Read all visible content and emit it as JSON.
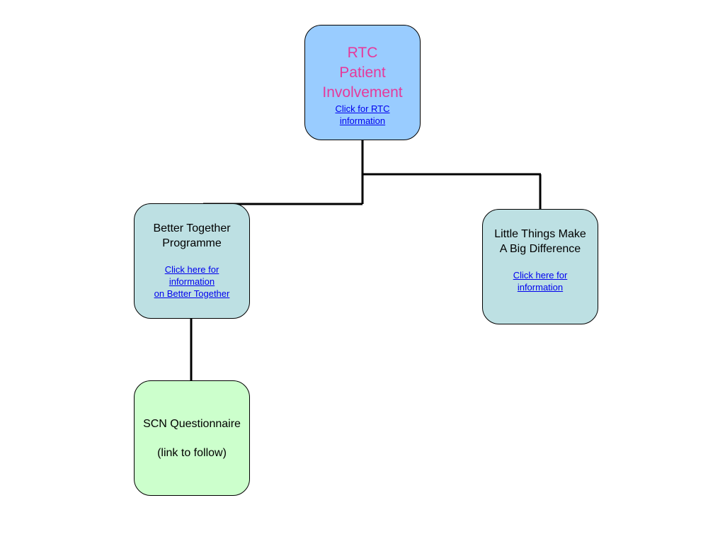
{
  "diagram": {
    "root": {
      "title_lines": [
        "RTC",
        "Patient",
        "Involvement"
      ],
      "link_lines": [
        "Click for RTC ",
        "information"
      ]
    },
    "better_together": {
      "title_lines": [
        "Better Together",
        "Programme"
      ],
      "link_lines": [
        "Click here for ",
        "information ",
        "on Better Together"
      ]
    },
    "little_things": {
      "title_lines": [
        "Little Things Make",
        "A Big Difference"
      ],
      "link_lines": [
        "Click here for ",
        "information"
      ]
    },
    "scn": {
      "title": "SCN Questionnaire",
      "note": "(link to follow)"
    }
  },
  "colors": {
    "root_fill": "#99ccff",
    "root_title": "#e6399b",
    "child_fill": "#bde0e3",
    "leaf_fill": "#ccffcc",
    "link": "#0000ee",
    "connector": "#000000"
  }
}
